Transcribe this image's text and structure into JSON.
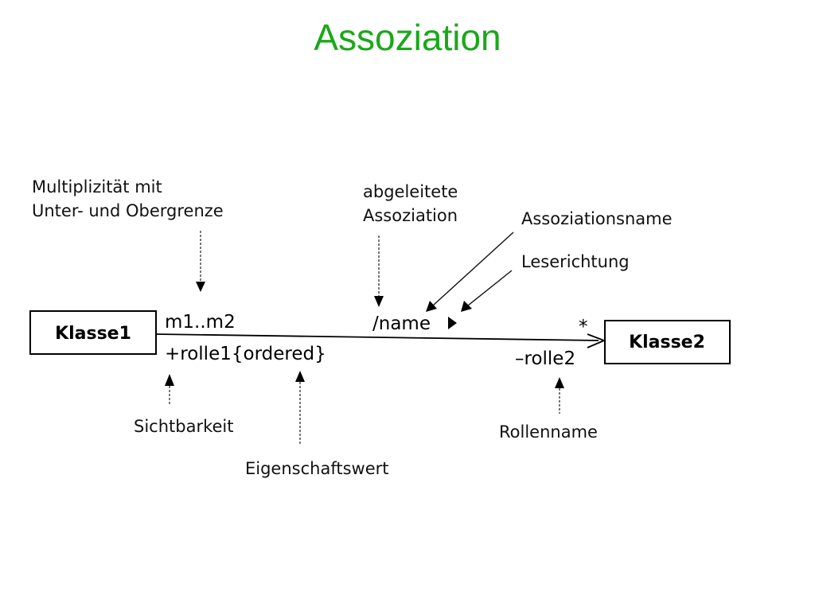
{
  "title": "Assoziation",
  "classes": {
    "left": "Klasse1",
    "right": "Klasse2"
  },
  "association": {
    "multiplicity_left": "m1..m2",
    "role_left": "+rolle1{ordered}",
    "name": "/name",
    "multiplicity_right": "*",
    "role_right": "–rolle2"
  },
  "annotations": {
    "multiplicity_line1": "Multiplizität mit",
    "multiplicity_line2": "Unter- und Obergrenze",
    "derived_line1": "abgeleitete",
    "derived_line2": "Assoziation",
    "assoc_name": "Assoziationsname",
    "reading_direction": "Leserichtung",
    "visibility": "Sichtbarkeit",
    "property_value": "Eigenschaftswert",
    "role_name": "Rollenname"
  }
}
